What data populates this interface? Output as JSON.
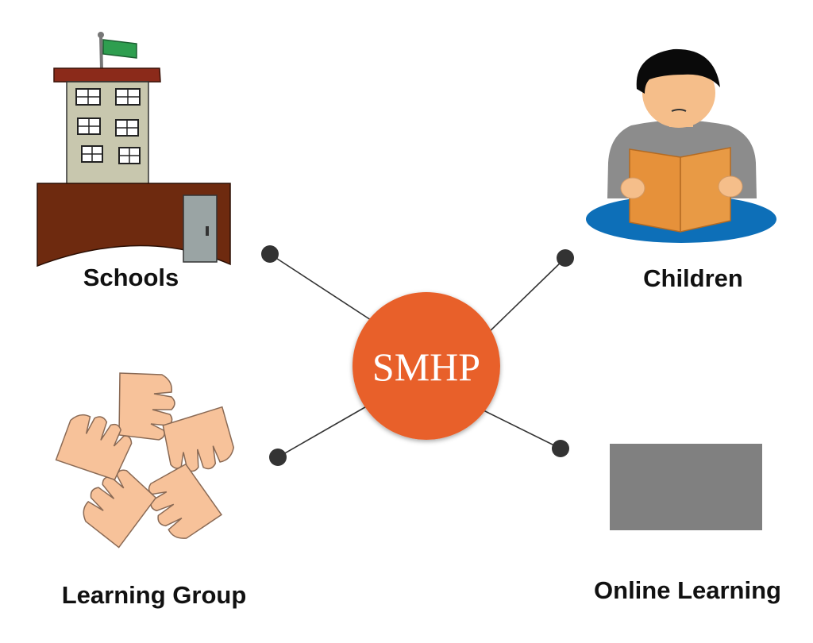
{
  "diagram": {
    "center": {
      "label": "SMHP",
      "color": "#E8612A"
    },
    "connector_color": "#333333",
    "nodes": [
      {
        "id": "schools",
        "label": "Schools",
        "icon": "school-building-icon"
      },
      {
        "id": "children",
        "label": "Children",
        "icon": "child-reading-icon"
      },
      {
        "id": "learning-group",
        "label": "Learning Group",
        "icon": "joined-hands-icon"
      },
      {
        "id": "online-learning",
        "label": "Online Learning",
        "icon": "screen-placeholder-icon"
      }
    ]
  }
}
